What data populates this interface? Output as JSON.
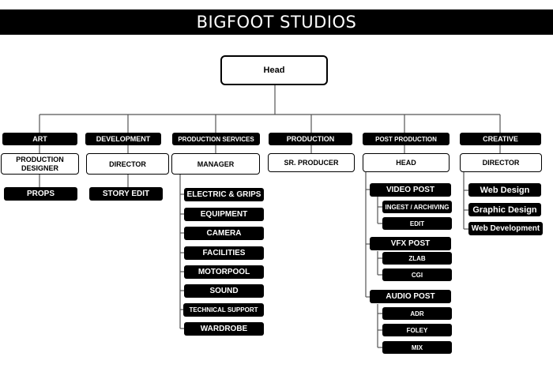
{
  "title": "BIGFOOT STUDIOS",
  "head": "Head",
  "departments": {
    "art": {
      "label": "ART",
      "lead": "PRODUCTION DESIGNER",
      "units": [
        "PROPS"
      ]
    },
    "development": {
      "label": "DEVELOPMENT",
      "lead": "DIRECTOR",
      "units": [
        "STORY EDIT"
      ]
    },
    "production_services": {
      "label": "PRODUCTION SERVICES",
      "lead": "MANAGER",
      "units": [
        "ELECTRIC & GRIPS",
        "EQUIPMENT",
        "CAMERA",
        "FACILITIES",
        "MOTORPOOL",
        "SOUND",
        "TECHNICAL SUPPORT",
        "WARDROBE"
      ]
    },
    "production": {
      "label": "PRODUCTION",
      "lead": "SR. PRODUCER"
    },
    "post_production": {
      "label": "POST PRODUCTION",
      "lead": "HEAD",
      "groups": [
        {
          "label": "VIDEO POST",
          "units": [
            "INGEST / ARCHIVING",
            "EDIT"
          ]
        },
        {
          "label": "VFX POST",
          "units": [
            "ZLAB",
            "CGI"
          ]
        },
        {
          "label": "AUDIO POST",
          "units": [
            "ADR",
            "FOLEY",
            "MIX"
          ]
        }
      ]
    },
    "creative": {
      "label": "CREATIVE",
      "lead": "DIRECTOR",
      "units": [
        "Web Design",
        "Graphic Design",
        "Web Development"
      ]
    }
  }
}
